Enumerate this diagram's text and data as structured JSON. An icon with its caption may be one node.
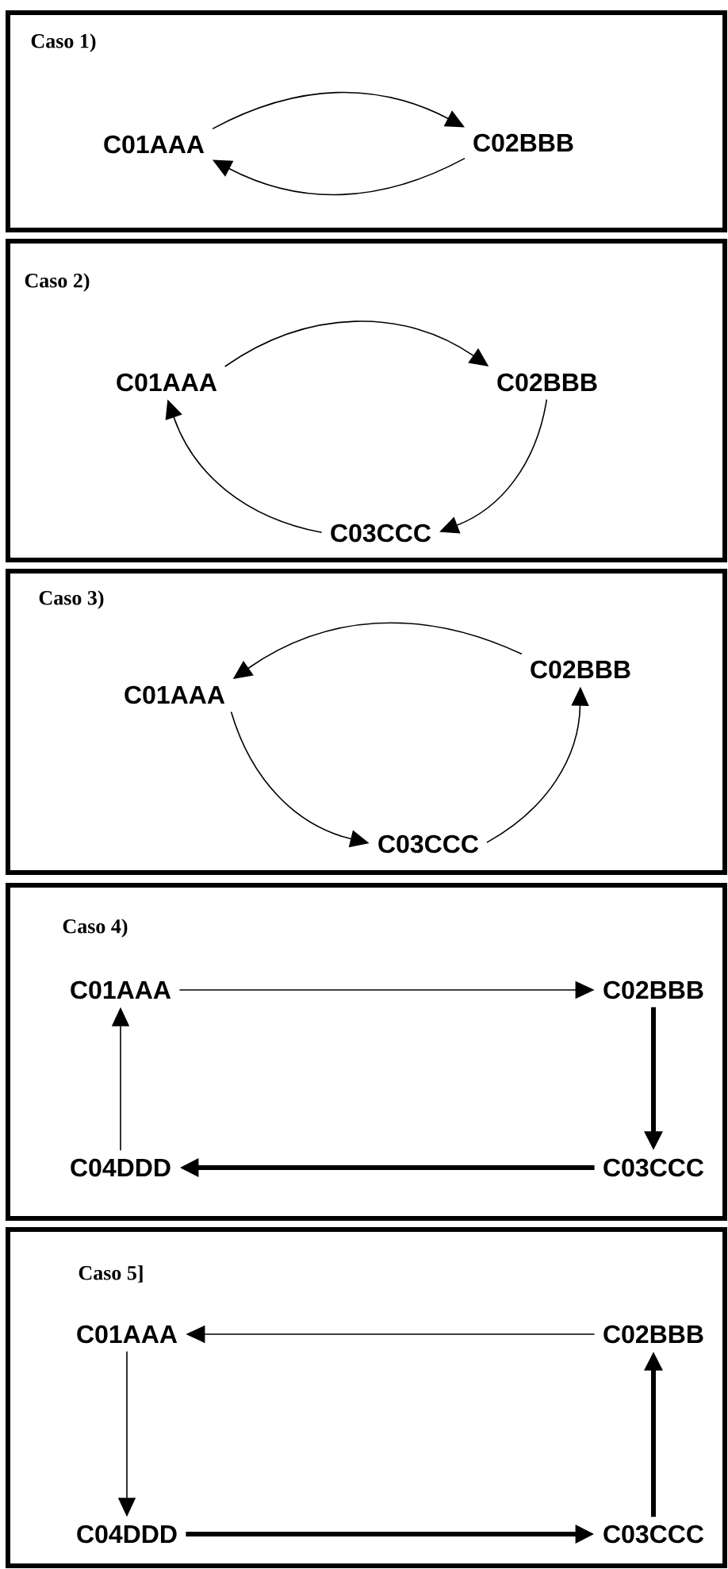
{
  "diagram": {
    "nodes": [
      {
        "text": [
          "Caso 1)"
        ]
      },
      {
        "text": [
          "C01AAA"
        ],
        "in": 0
      },
      {
        "text": [
          "C02BBB"
        ],
        "in": 0
      },
      {
        "text": [
          "Caso 2)"
        ]
      },
      {
        "text": [
          "C01AAA"
        ],
        "in": 3
      },
      {
        "text": [
          "C02BBB"
        ],
        "in": 3
      },
      {
        "text": [
          "C03CCC"
        ],
        "in": 3
      },
      {
        "text": [
          "Caso 3)"
        ]
      },
      {
        "text": [
          "C01AAA"
        ],
        "in": 7
      },
      {
        "text": [
          "C02BBB"
        ],
        "in": 7
      },
      {
        "text": [
          "C03CCC"
        ],
        "in": 7
      },
      {
        "text": [
          "Caso 4)"
        ]
      },
      {
        "text": [
          "C01AAA"
        ],
        "in": 11
      },
      {
        "text": [
          "C02BBB"
        ],
        "in": 11
      },
      {
        "text": [
          "C03CCC"
        ],
        "in": 11
      },
      {
        "text": [
          "C04DDD"
        ],
        "in": 11
      },
      {
        "text": [
          "Caso 5]"
        ]
      },
      {
        "text": [
          "C01AAA"
        ],
        "in": 16
      },
      {
        "text": [
          "C02BBB"
        ],
        "in": 16
      },
      {
        "text": [
          "C03CCC"
        ],
        "in": 16
      },
      {
        "text": [
          "C04DDD"
        ],
        "in": 16
      }
    ],
    "edges": [
      {
        "from": 1,
        "to": 2,
        "arrow": "to"
      },
      {
        "from": 2,
        "to": 1,
        "arrow": "to"
      },
      {
        "from": 4,
        "to": 5,
        "arrow": "to"
      },
      {
        "from": 5,
        "to": 6,
        "arrow": "to"
      },
      {
        "from": 6,
        "to": 4,
        "arrow": "to"
      },
      {
        "from": 9,
        "to": 8,
        "arrow": "to"
      },
      {
        "from": 8,
        "to": 10,
        "arrow": "to"
      },
      {
        "from": 10,
        "to": 9,
        "arrow": "to"
      },
      {
        "from": 12,
        "to": 13,
        "arrow": "to"
      },
      {
        "from": 13,
        "to": 14,
        "arrow": "to",
        "style": "thick"
      },
      {
        "from": 14,
        "to": 15,
        "arrow": "to",
        "style": "thick"
      },
      {
        "from": 15,
        "to": 12,
        "arrow": "to"
      },
      {
        "from": 18,
        "to": 17,
        "arrow": "to"
      },
      {
        "from": 17,
        "to": 20,
        "arrow": "to"
      },
      {
        "from": 20,
        "to": 19,
        "arrow": "to",
        "style": "thick"
      },
      {
        "from": 19,
        "to": 18,
        "arrow": "to",
        "style": "thick"
      }
    ]
  }
}
